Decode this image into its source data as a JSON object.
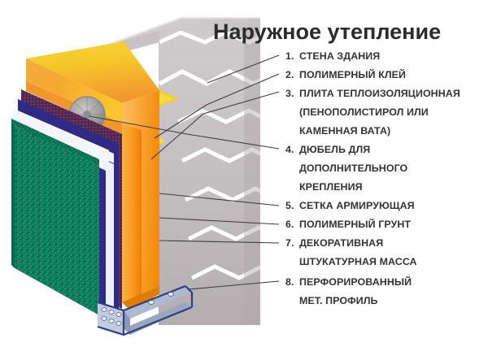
{
  "header": {
    "title": "Наружное утепление"
  },
  "legend": {
    "items": [
      {
        "num": "1.",
        "lines": [
          "СТЕНА ЗДАНИЯ"
        ]
      },
      {
        "num": "2.",
        "lines": [
          "ПОЛИМЕРНЫЙ КЛЕЙ"
        ]
      },
      {
        "num": "3.",
        "lines": [
          "ПЛИТА ТЕПЛОИЗОЛЯЦИОННАЯ",
          "(ПЕНОПОЛИСТИРОЛ ИЛИ",
          "КАМЕННАЯ ВАТА)"
        ]
      },
      {
        "num": "4.",
        "lines": [
          "ДЮБЕЛЬ ДЛЯ",
          "ДОПОЛНИТЕЛЬНОГО",
          "КРЕПЛЕНИЯ"
        ]
      },
      {
        "num": "5.",
        "lines": [
          "СЕТКА АРМИРУЮЩАЯ"
        ]
      },
      {
        "num": "6.",
        "lines": [
          "ПОЛИМЕРНЫЙ ГРУНТ"
        ]
      },
      {
        "num": "7.",
        "lines": [
          "ДЕКОРАТИВНАЯ",
          "ШТУКАТУРНАЯ МАССА"
        ]
      },
      {
        "num": "8.",
        "lines": [
          "ПЕРФОРИРОВАННЫЙ",
          "МЕТ. ПРОФИЛЬ"
        ]
      }
    ]
  },
  "diagram": {
    "layers": [
      {
        "name": "wall-blocks",
        "label": "СТЕНА ЗДАНИЯ",
        "color": "#bfb9bb"
      },
      {
        "name": "polymer-glue",
        "label": "ПОЛИМЕРНЫЙ КЛЕЙ",
        "color": "#f5d642"
      },
      {
        "name": "insulation-board",
        "label": "ПЛИТА ТЕПЛОИЗОЛЯЦИОННАЯ",
        "color": "#f7941d"
      },
      {
        "name": "dowel-anchor",
        "label": "ДЮБЕЛЬ",
        "color": "#9a9a9a"
      },
      {
        "name": "reinforcing-mesh",
        "label": "СЕТКА АРМИРУЮЩАЯ",
        "color": "#5c2a57"
      },
      {
        "name": "polymer-primer",
        "label": "ПОЛИМЕРНЫЙ ГРУНТ",
        "color": "#2e2a86"
      },
      {
        "name": "decorative-plaster",
        "label": "ДЕКОРАТИВНАЯ ШТУКАТУРНАЯ МАССА",
        "color": "#0c7a5a"
      },
      {
        "name": "perforated-profile",
        "label": "ПЕРФОРИРОВАННЫЙ МЕТ. ПРОФИЛЬ",
        "color": "#9aa8c4"
      }
    ],
    "colors": {
      "wall_gray": "#bfb9bb",
      "wall_gray_light": "#cdc8c9",
      "wall_gray_dark": "#a9a2a4",
      "mortar_white": "#ffffff",
      "glue_yellow": "#f3d229",
      "glue_yellow_dark": "#e8bc18",
      "insulation_orange": "#f7941d",
      "insulation_orange_light": "#fbb040",
      "insulation_orange_dark": "#ef8200",
      "dowel_gray": "#9d9d9d",
      "mesh_purple": "#5c2a57",
      "primer_navy": "#2e2a86",
      "primer_white": "#f4f6fa",
      "plaster_green": "#0c7a5a",
      "plaster_green_light": "#2f9c78",
      "profile_steel": "#b9c3d6",
      "profile_steel_dark": "#2a3f86",
      "leader_line": "#3a3a42",
      "text_dark": "#333333",
      "title_dark": "#2b2b2b"
    }
  }
}
